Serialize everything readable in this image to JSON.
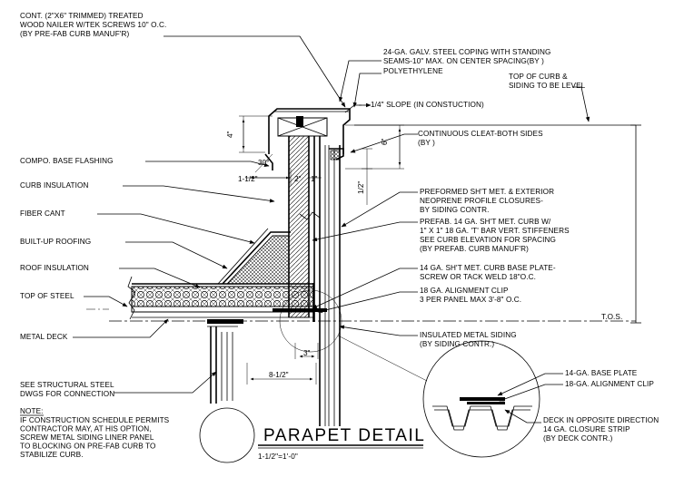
{
  "title": "PARAPET DETAIL",
  "scale": "1-1/2\"=1'-0\"",
  "left_labels": [
    {
      "id": "nailer-1",
      "text": "CONT. (2\"X6\" TRIMMED) TREATED"
    },
    {
      "id": "nailer-2",
      "text": "WOOD NAILER W/TEK SCREWS 10\" O.C."
    },
    {
      "id": "nailer-3",
      "text": "(BY PRE-FAB CURB MANUF'R)"
    },
    {
      "id": "base-flashing",
      "text": "COMPO. BASE FLASHING"
    },
    {
      "id": "curb-insulation",
      "text": "CURB INSULATION"
    },
    {
      "id": "fiber-cant",
      "text": "FIBER CANT"
    },
    {
      "id": "built-up-roofing",
      "text": "BUILT-UP ROOFING"
    },
    {
      "id": "roof-insulation",
      "text": "ROOF INSULATION"
    },
    {
      "id": "top-of-steel",
      "text": "TOP OF STEEL"
    },
    {
      "id": "metal-deck",
      "text": "METAL DECK"
    },
    {
      "id": "structural-1",
      "text": "SEE STRUCTURAL STEEL"
    },
    {
      "id": "structural-2",
      "text": "DWGS FOR CONNECTION"
    }
  ],
  "right_labels": [
    {
      "id": "coping-1",
      "text": "24-GA. GALV. STEEL COPING WITH STANDING"
    },
    {
      "id": "coping-2",
      "text": "SEAMS-10\" MAX. ON CENTER SPACING(BY        )"
    },
    {
      "id": "polyethylene",
      "text": "POLYETHYLENE"
    },
    {
      "id": "top-curb-1",
      "text": "TOP OF CURB &"
    },
    {
      "id": "top-curb-2",
      "text": "SIDING TO BE LEVEL"
    },
    {
      "id": "slope",
      "text": "1/4\" SLOPE (IN CONSTUCTION)"
    },
    {
      "id": "cleat-1",
      "text": "CONTINUOUS CLEAT-BOTH SIDES"
    },
    {
      "id": "cleat-2",
      "text": "(BY                         )"
    },
    {
      "id": "closure-1",
      "text": "PREFORMED SH'T MET. & EXTERIOR"
    },
    {
      "id": "closure-2",
      "text": "NEOPRENE PROFILE CLOSURES-"
    },
    {
      "id": "closure-3",
      "text": "BY SIDING CONTR."
    },
    {
      "id": "curb-1",
      "text": "PREFAB. 14 GA. SH'T MET. CURB W/"
    },
    {
      "id": "curb-2",
      "text": "1\" X 1\" 18 GA. 'T' BAR VERT. STIFFENERS"
    },
    {
      "id": "curb-3",
      "text": "SEE CURB ELEVATION FOR SPACING"
    },
    {
      "id": "curb-4",
      "text": "(BY PREFAB. CURB MANUF'R)"
    },
    {
      "id": "baseplate-1",
      "text": "14 GA. SH'T MET. CURB BASE PLATE-"
    },
    {
      "id": "baseplate-2",
      "text": "SCREW OR TACK WELD 18\"O.C."
    },
    {
      "id": "clip-1",
      "text": "18 GA. ALIGNMENT CLIP"
    },
    {
      "id": "clip-2",
      "text": "3 PER PANEL MAX 3'-8\" O.C."
    },
    {
      "id": "tos",
      "text": "T.O.S."
    },
    {
      "id": "siding-1",
      "text": "INSULATED METAL SIDING"
    },
    {
      "id": "siding-2",
      "text": "(BY SIDING CONTR.)"
    }
  ],
  "detail_labels": [
    {
      "id": "d-baseplate",
      "text": "14-GA. BASE PLATE"
    },
    {
      "id": "d-clip",
      "text": "18-GA. ALIGNMENT CLIP"
    },
    {
      "id": "d-deck-1",
      "text": "DECK IN OPPOSITE DIRECTION"
    },
    {
      "id": "d-deck-2",
      "text": "14 GA. CLOSURE STRIP"
    },
    {
      "id": "d-deck-3",
      "text": "(BY DECK CONTR.)"
    }
  ],
  "note": {
    "heading": "NOTE:",
    "lines": [
      "IF CONSTRUCTION SCHEDULE PERMITS",
      "CONTRACTOR MAY, AT HIS OPTION,",
      "SCREW METAL SIDING LINER PANEL",
      "TO BLOCKING ON PRE-FAB CURB TO",
      "STABILIZE CURB."
    ]
  },
  "dimensions": [
    {
      "id": "dim-4",
      "text": "4\""
    },
    {
      "id": "dim-6",
      "text": "6\""
    },
    {
      "id": "dim-30",
      "text": "30°"
    },
    {
      "id": "dim-1-1-2",
      "text": "1-1/2\""
    },
    {
      "id": "dim-2",
      "text": "2\""
    },
    {
      "id": "dim-1",
      "text": "1\""
    },
    {
      "id": "dim-1-2",
      "text": "1/2\""
    },
    {
      "id": "dim-3",
      "text": "3\""
    },
    {
      "id": "dim-8-1-2",
      "text": "8-1/2\""
    }
  ]
}
